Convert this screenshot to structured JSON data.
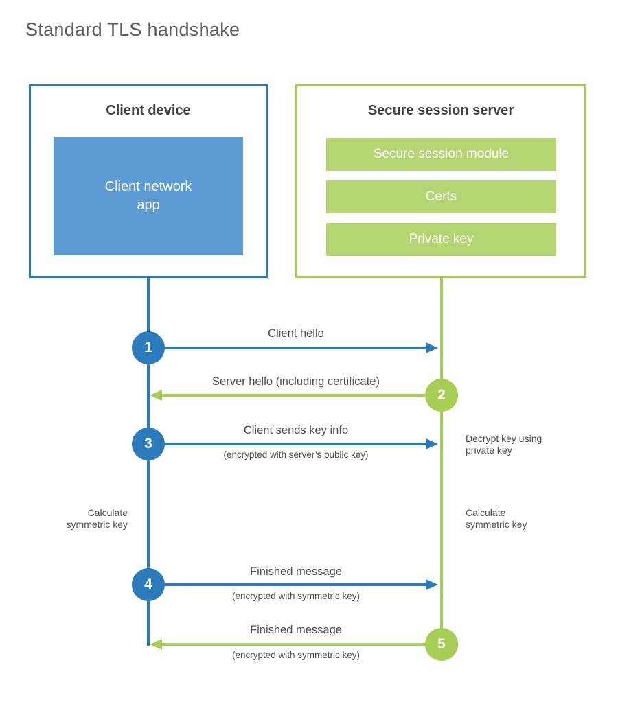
{
  "title": "Standard TLS handshake",
  "colors": {
    "blue": "#2b7ab9",
    "blue-light": "#5b9ad2",
    "green": "#a6ce55",
    "green-light": "#b4d672",
    "text-dark": "#3f4041",
    "text-gray": "#4c4d4f",
    "title-gray": "#5b5c5e"
  },
  "client": {
    "title": "Client device",
    "app": {
      "line1": "Client network",
      "line2": "app"
    }
  },
  "server": {
    "title": "Secure session server",
    "modules": [
      "Secure session module",
      "Certs",
      "Private key"
    ]
  },
  "steps": [
    {
      "num": "1",
      "label": "Client hello",
      "sublabel": "",
      "direction": "client-to-server"
    },
    {
      "num": "2",
      "label": "Server hello (including certificate)",
      "sublabel": "",
      "direction": "server-to-client"
    },
    {
      "num": "3",
      "label": "Client sends key info",
      "sublabel": "(encrypted with server’s public key)",
      "direction": "client-to-server"
    },
    {
      "num": "4",
      "label": "Finished message",
      "sublabel": "(encrypted with symmetric key)",
      "direction": "client-to-server"
    },
    {
      "num": "5",
      "label": "Finished message",
      "sublabel": "(encrypted with symmetric key)",
      "direction": "server-to-client"
    }
  ],
  "notes": {
    "decrypt_line1": "Decrypt key using",
    "decrypt_line2": "private key",
    "calc_left_line1": "Calculate",
    "calc_left_line2": "symmetric key",
    "calc_right_line1": "Calculate",
    "calc_right_line2": "symmetric key"
  }
}
